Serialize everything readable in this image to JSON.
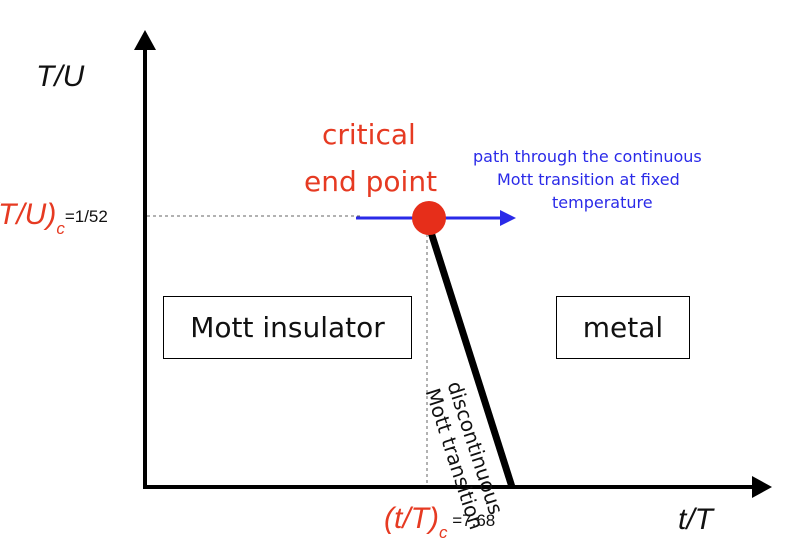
{
  "axes": {
    "y_label": "T/U",
    "x_label": "t/T"
  },
  "critical_point": {
    "label_line1": "critical",
    "label_line2": "end point",
    "color": "#e63a22"
  },
  "y_marker": {
    "main": "(T/U)",
    "subscript": "c",
    "value": "=1/52"
  },
  "x_marker": {
    "main": "(t/T)",
    "subscript": "c",
    "value": " =7.68"
  },
  "path_annotation": {
    "line1": "path through the continuous",
    "line2": "Mott transition at fixed",
    "line3": "temperature",
    "color": "#2a2ae8"
  },
  "regions": {
    "left": "Mott insulator",
    "right": "metal"
  },
  "transition_line": {
    "line1": "discontinuous",
    "line2": "Mott transition"
  }
}
